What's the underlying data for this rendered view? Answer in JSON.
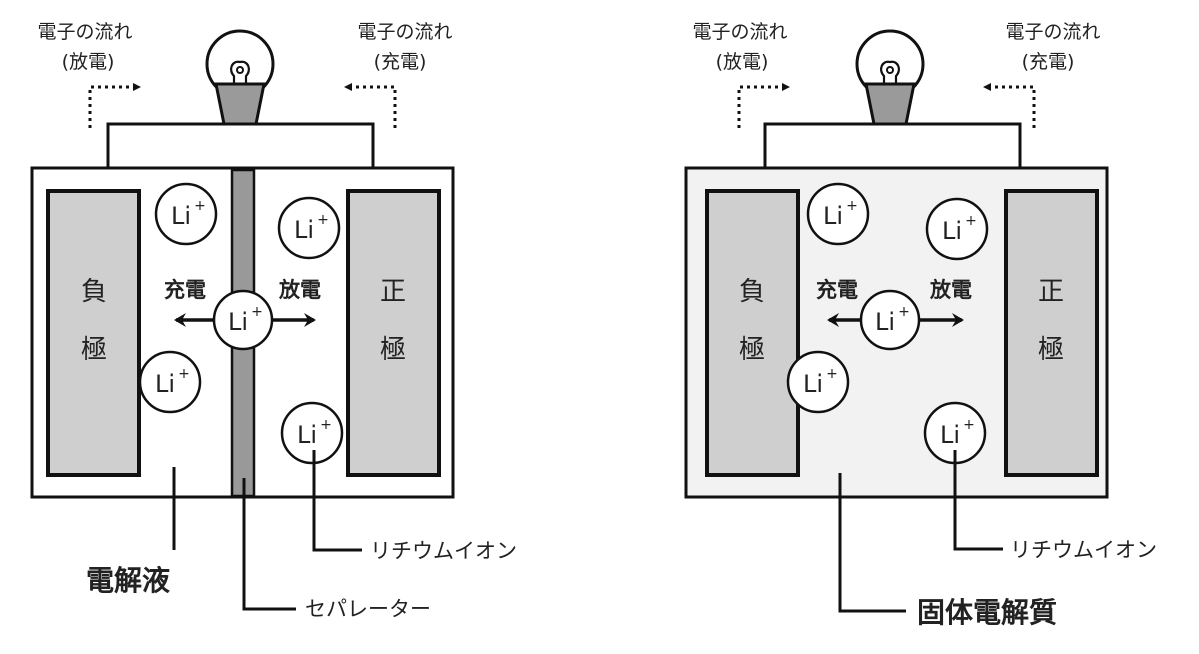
{
  "colors": {
    "line": "#111111",
    "electrode_fill": "#cfcfcf",
    "separator_fill": "#999999",
    "bulb_base": "#9a9a9a",
    "solid_electrolyte_fill": "#f2f2f2",
    "text": "#222222"
  },
  "diagrams": [
    {
      "id": "liquid-electrolyte-battery",
      "electron_flow_discharge": [
        "電子の流れ",
        "(放電)"
      ],
      "electron_flow_charge": [
        "電子の流れ",
        "(充電)"
      ],
      "negative_electrode": [
        "負",
        "極"
      ],
      "positive_electrode": [
        "正",
        "極"
      ],
      "charge_label": "充電",
      "discharge_label": "放電",
      "ion_label": "Li",
      "ion_sup": "+",
      "electrolyte_label": "電解液",
      "separator_label": "セパレーター",
      "lithium_ion_label": "リチウムイオン"
    },
    {
      "id": "solid-state-battery",
      "electron_flow_discharge": [
        "電子の流れ",
        "(放電)"
      ],
      "electron_flow_charge": [
        "電子の流れ",
        "(充電)"
      ],
      "negative_electrode": [
        "負",
        "極"
      ],
      "positive_electrode": [
        "正",
        "極"
      ],
      "charge_label": "充電",
      "discharge_label": "放電",
      "ion_label": "Li",
      "ion_sup": "+",
      "electrolyte_label": "固体電解質",
      "lithium_ion_label": "リチウムイオン"
    }
  ]
}
